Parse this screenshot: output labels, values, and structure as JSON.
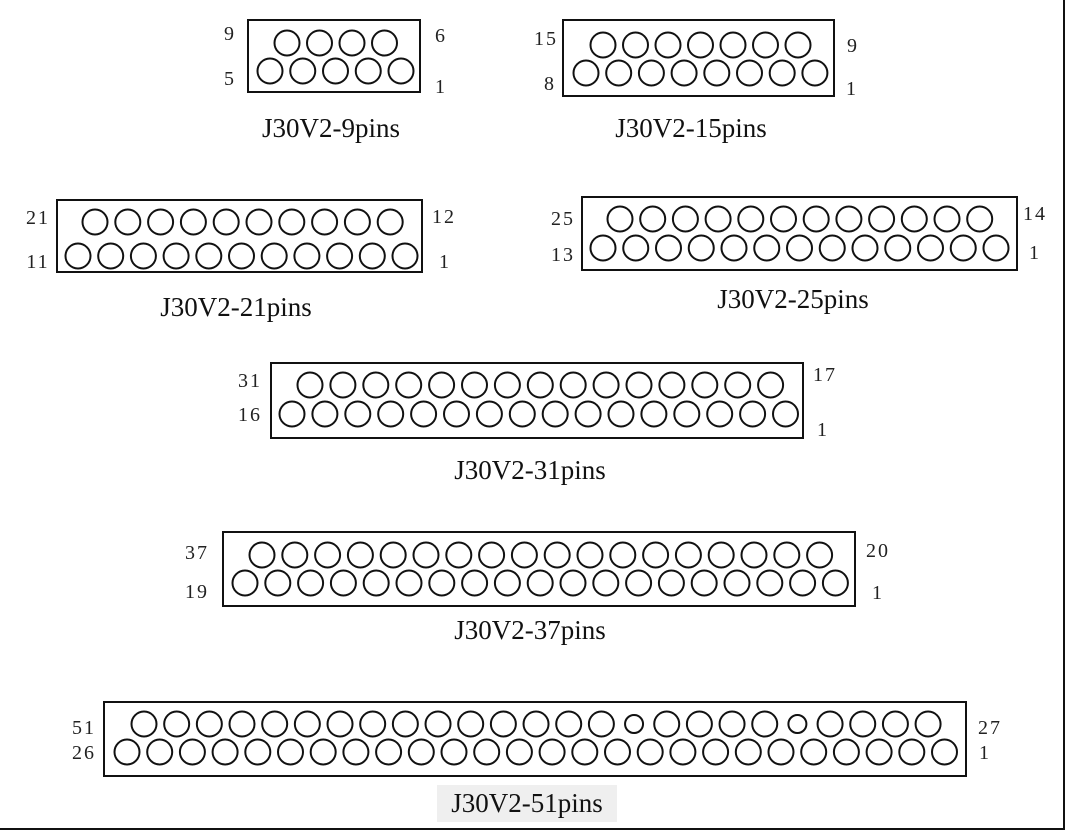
{
  "colors": {
    "stroke": "#111111",
    "background": "#ffffff",
    "caption_highlight": "#efefef"
  },
  "connectors": [
    {
      "caption": "J30V2-9pins",
      "top_count": 4,
      "bottom_count": 5,
      "labels": {
        "top_left": "9",
        "bottom_left": "5",
        "top_right": "6",
        "bottom_right": "1"
      }
    },
    {
      "caption": "J30V2-15pins",
      "top_count": 7,
      "bottom_count": 8,
      "labels": {
        "top_left": "15",
        "bottom_left": "8",
        "top_right": "9",
        "bottom_right": "1"
      }
    },
    {
      "caption": "J30V2-21pins",
      "top_count": 10,
      "bottom_count": 11,
      "labels": {
        "top_left": "21",
        "bottom_left": "11",
        "top_right": "12",
        "bottom_right": "1"
      }
    },
    {
      "caption": "J30V2-25pins",
      "top_count": 12,
      "bottom_count": 13,
      "labels": {
        "top_left": "25",
        "bottom_left": "13",
        "top_right": "14",
        "bottom_right": "1"
      }
    },
    {
      "caption": "J30V2-31pins",
      "top_count": 15,
      "bottom_count": 16,
      "labels": {
        "top_left": "31",
        "bottom_left": "16",
        "top_right": "17",
        "bottom_right": "1"
      }
    },
    {
      "caption": "J30V2-37pins",
      "top_count": 18,
      "bottom_count": 19,
      "labels": {
        "top_left": "37",
        "bottom_left": "19",
        "top_right": "20",
        "bottom_right": "1"
      }
    },
    {
      "caption": "J30V2-51pins",
      "top_count": 25,
      "bottom_count": 26,
      "top_small_holes": [
        15,
        20
      ],
      "caption_highlighted": true,
      "labels": {
        "top_left": "51",
        "bottom_left": "26",
        "top_right": "27",
        "bottom_right": "1"
      }
    }
  ]
}
